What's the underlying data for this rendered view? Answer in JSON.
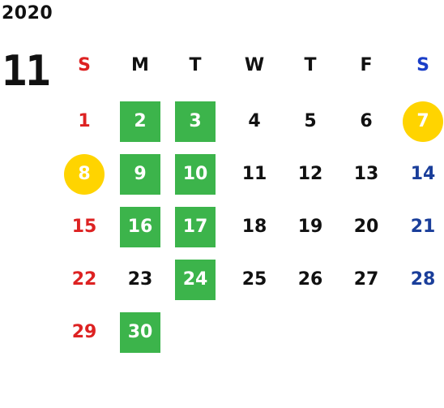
{
  "year": "2020",
  "month": "11",
  "weekdays": [
    {
      "label": "S",
      "color": "#dd2222"
    },
    {
      "label": "M",
      "color": "#111111"
    },
    {
      "label": "T",
      "color": "#111111"
    },
    {
      "label": "W",
      "color": "#111111"
    },
    {
      "label": "T",
      "color": "#111111"
    },
    {
      "label": "F",
      "color": "#111111"
    },
    {
      "label": "S",
      "color": "#1a3ec8"
    }
  ],
  "legend_colors": {
    "green_box": "#3cb44b",
    "yellow_circle": "#ffd400",
    "sunday_text": "#dd2222",
    "saturday_text": "#1a3e9a"
  },
  "days": [
    {
      "label": "1",
      "week": 0,
      "dow": 0,
      "mark": "none"
    },
    {
      "label": "2",
      "week": 0,
      "dow": 1,
      "mark": "green"
    },
    {
      "label": "3",
      "week": 0,
      "dow": 2,
      "mark": "green"
    },
    {
      "label": "4",
      "week": 0,
      "dow": 3,
      "mark": "none"
    },
    {
      "label": "5",
      "week": 0,
      "dow": 4,
      "mark": "none"
    },
    {
      "label": "6",
      "week": 0,
      "dow": 5,
      "mark": "none"
    },
    {
      "label": "7",
      "week": 0,
      "dow": 6,
      "mark": "circle"
    },
    {
      "label": "8",
      "week": 1,
      "dow": 0,
      "mark": "circle"
    },
    {
      "label": "9",
      "week": 1,
      "dow": 1,
      "mark": "green"
    },
    {
      "label": "10",
      "week": 1,
      "dow": 2,
      "mark": "green"
    },
    {
      "label": "11",
      "week": 1,
      "dow": 3,
      "mark": "none"
    },
    {
      "label": "12",
      "week": 1,
      "dow": 4,
      "mark": "none"
    },
    {
      "label": "13",
      "week": 1,
      "dow": 5,
      "mark": "none"
    },
    {
      "label": "14",
      "week": 1,
      "dow": 6,
      "mark": "none"
    },
    {
      "label": "15",
      "week": 2,
      "dow": 0,
      "mark": "none"
    },
    {
      "label": "16",
      "week": 2,
      "dow": 1,
      "mark": "green"
    },
    {
      "label": "17",
      "week": 2,
      "dow": 2,
      "mark": "green"
    },
    {
      "label": "18",
      "week": 2,
      "dow": 3,
      "mark": "none"
    },
    {
      "label": "19",
      "week": 2,
      "dow": 4,
      "mark": "none"
    },
    {
      "label": "20",
      "week": 2,
      "dow": 5,
      "mark": "none"
    },
    {
      "label": "21",
      "week": 2,
      "dow": 6,
      "mark": "none"
    },
    {
      "label": "22",
      "week": 3,
      "dow": 0,
      "mark": "none"
    },
    {
      "label": "23",
      "week": 3,
      "dow": 1,
      "mark": "none"
    },
    {
      "label": "24",
      "week": 3,
      "dow": 2,
      "mark": "green"
    },
    {
      "label": "25",
      "week": 3,
      "dow": 3,
      "mark": "none"
    },
    {
      "label": "26",
      "week": 3,
      "dow": 4,
      "mark": "none"
    },
    {
      "label": "27",
      "week": 3,
      "dow": 5,
      "mark": "none"
    },
    {
      "label": "28",
      "week": 3,
      "dow": 6,
      "mark": "none"
    },
    {
      "label": "29",
      "week": 4,
      "dow": 0,
      "mark": "none"
    },
    {
      "label": "30",
      "week": 4,
      "dow": 1,
      "mark": "green"
    }
  ]
}
